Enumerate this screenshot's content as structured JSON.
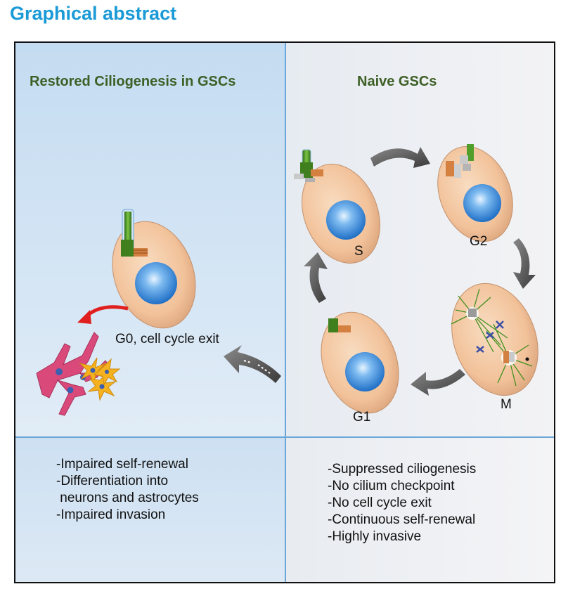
{
  "header": {
    "title": "Graphical abstract"
  },
  "left_panel": {
    "title": "Restored Ciliogenesis in GSCs",
    "cell_label": "G0, cell cycle exit",
    "bullets": [
      "-Impaired self-renewal",
      "-Differentiation into",
      " neurons and astrocytes",
      "-Impaired invasion"
    ]
  },
  "right_panel": {
    "title": "Naive GSCs",
    "phases": {
      "s": "S",
      "g2": "G2",
      "m": "M",
      "g1": "G1"
    },
    "bullets": [
      "-Suppressed ciliogenesis",
      "-No cilium checkpoint",
      "-No cell cycle exit",
      "-Continuous self-renewal",
      "-Highly invasive"
    ]
  },
  "colors": {
    "title_blue": "#1a9ad6",
    "section_green": "#3d5f25",
    "cell_body": "#f2c9a0",
    "nucleus": "#3f8fd8",
    "cilium_green": "#4f8f2a",
    "arrow_red": "#e0201e",
    "arrow_gray": "#5a5a5a",
    "neuron_pink": "#d94a7a",
    "astrocyte_yellow": "#f5b21e"
  },
  "icons": [
    "cilium-icon",
    "centriole-icon",
    "nucleus-icon",
    "spindle-icon",
    "chromosome-icon",
    "neuron-icon",
    "astrocyte-icon"
  ]
}
